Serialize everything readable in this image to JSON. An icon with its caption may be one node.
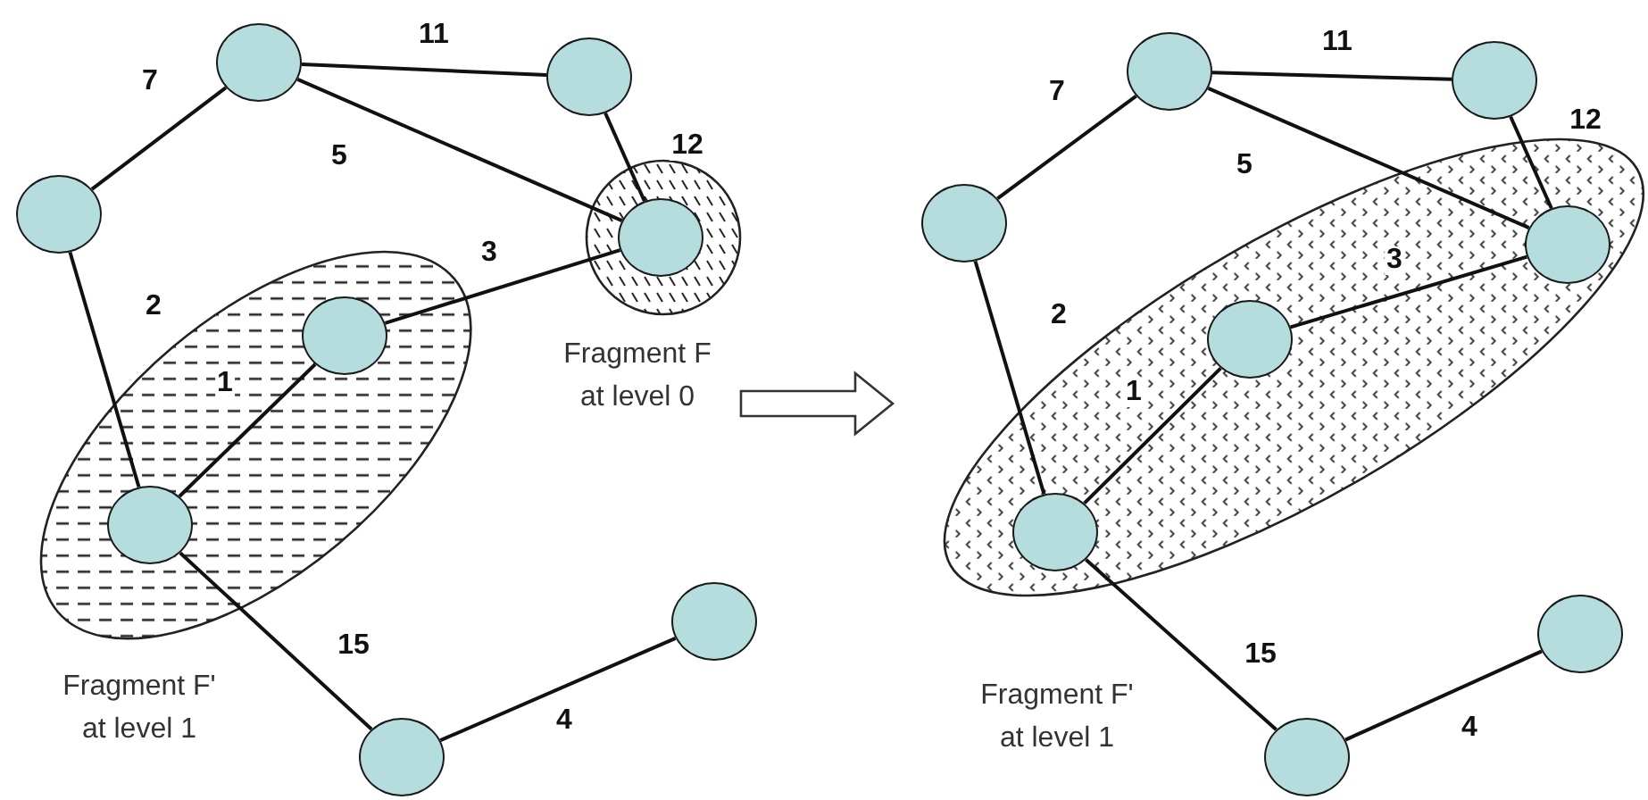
{
  "diagram": {
    "nodes": [
      {
        "text": [
          "Fragment F' at level 1"
        ]
      },
      {
        "text": [
          "Fragment F at level 0"
        ]
      },
      {
        "text": [],
        "shape": "circle"
      },
      {
        "text": [],
        "shape": "circle"
      },
      {
        "text": [],
        "shape": "circle"
      },
      {
        "text": [],
        "shape": "circle",
        "in": 1
      },
      {
        "text": [],
        "shape": "circle",
        "in": 0
      },
      {
        "text": [],
        "shape": "circle",
        "in": 0
      },
      {
        "text": [],
        "shape": "circle"
      },
      {
        "text": [],
        "shape": "circle"
      },
      {
        "text": [
          "Fragment F' at level 1"
        ]
      },
      {
        "text": [],
        "shape": "circle"
      },
      {
        "text": [],
        "shape": "circle"
      },
      {
        "text": [],
        "shape": "circle"
      },
      {
        "text": [],
        "shape": "circle",
        "in": 10
      },
      {
        "text": [],
        "shape": "circle",
        "in": 10
      },
      {
        "text": [],
        "shape": "circle",
        "in": 10
      },
      {
        "text": [],
        "shape": "circle"
      },
      {
        "text": [],
        "shape": "circle"
      }
    ],
    "edges": [
      {
        "from": 2,
        "to": 4,
        "arrow": "none",
        "label": "7"
      },
      {
        "from": 2,
        "to": 3,
        "arrow": "none",
        "label": "11"
      },
      {
        "from": 2,
        "to": 5,
        "arrow": "none",
        "label": "5"
      },
      {
        "from": 3,
        "to": 5,
        "arrow": "none",
        "label": "12"
      },
      {
        "from": 6,
        "to": 5,
        "arrow": "none",
        "label": "3"
      },
      {
        "from": 6,
        "to": 7,
        "arrow": "none",
        "label": "1"
      },
      {
        "from": 4,
        "to": 7,
        "arrow": "none",
        "label": "2"
      },
      {
        "from": 7,
        "to": 9,
        "arrow": "none",
        "label": "15"
      },
      {
        "from": 9,
        "to": 8,
        "arrow": "none",
        "label": "4"
      },
      {
        "from": 11,
        "to": 13,
        "arrow": "none",
        "label": "7"
      },
      {
        "from": 11,
        "to": 12,
        "arrow": "none",
        "label": "11"
      },
      {
        "from": 11,
        "to": 14,
        "arrow": "none",
        "label": "5"
      },
      {
        "from": 12,
        "to": 14,
        "arrow": "none",
        "label": "12"
      },
      {
        "from": 15,
        "to": 14,
        "arrow": "none",
        "label": "3"
      },
      {
        "from": 15,
        "to": 16,
        "arrow": "none",
        "label": "1"
      },
      {
        "from": 13,
        "to": 16,
        "arrow": "none",
        "label": "2"
      },
      {
        "from": 16,
        "to": 18,
        "arrow": "none",
        "label": "15"
      },
      {
        "from": 18,
        "to": 17,
        "arrow": "none",
        "label": "4"
      }
    ]
  }
}
